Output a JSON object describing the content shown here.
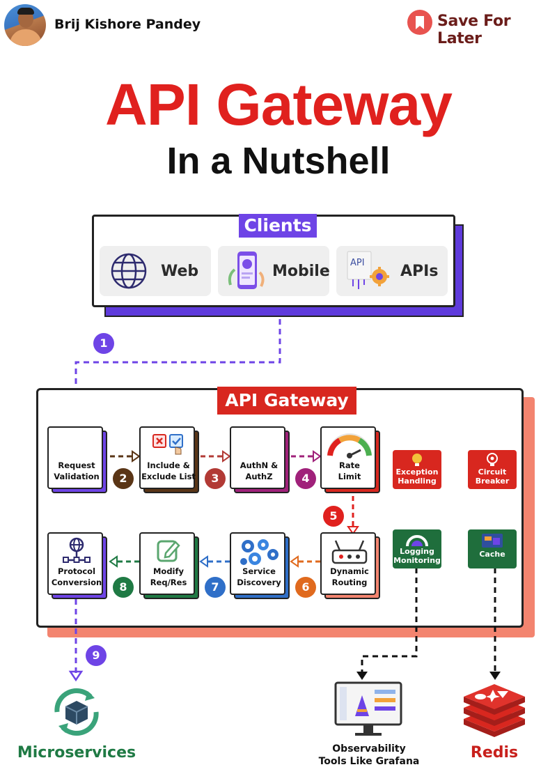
{
  "header": {
    "author": "Brij Kishore Pandey",
    "save_label": "Save For Later"
  },
  "title": "API Gateway",
  "subtitle": "In a Nutshell",
  "clients": {
    "label": "Clients",
    "items": [
      {
        "label": "Web",
        "icon": "globe-icon"
      },
      {
        "label": "Mobile",
        "icon": "phone-icon"
      },
      {
        "label": "APIs",
        "icon": "api-gear-icon"
      }
    ]
  },
  "gateway": {
    "label": "API Gateway",
    "steps": [
      {
        "line1": "Request",
        "line2": "Validation",
        "badge": "1",
        "color": "#6e44e6"
      },
      {
        "line1": "Include &",
        "line2": "Exclude List",
        "badge": "2",
        "color": "#5a3516"
      },
      {
        "line1": "AuthN &",
        "line2": "AuthZ",
        "badge": "3",
        "color": "#b23a35"
      },
      {
        "line1": "Rate",
        "line2": "Limit",
        "badge": "4",
        "color": "#a0217a"
      },
      {
        "line1": "Dynamic",
        "line2": "Routing",
        "badge": "5",
        "color": "#e0211e"
      },
      {
        "line1": "Service",
        "line2": "Discovery",
        "badge": "6",
        "color": "#e06a1e"
      },
      {
        "line1": "Modify",
        "line2": "Req/Res",
        "badge": "7",
        "color": "#2f6fc8"
      },
      {
        "line1": "Protocol",
        "line2": "Conversion",
        "badge": "8",
        "color": "#1f7a44"
      }
    ],
    "final_badge": "9",
    "final_color": "#6e44e6",
    "side": [
      {
        "line1": "Exception",
        "line2": "Handling",
        "color": "#d8271f"
      },
      {
        "line1": "Circuit",
        "line2": "Breaker",
        "color": "#d8271f"
      },
      {
        "line1": "Logging",
        "line2": "Monitoring",
        "color": "#1f6e3c"
      },
      {
        "line1": "Cache",
        "line2": "",
        "color": "#1f6e3c"
      }
    ]
  },
  "destinations": {
    "microservices": "Microservices",
    "observability_1": "Observability",
    "observability_2": "Tools Like Grafana",
    "redis": "Redis"
  },
  "colors": {
    "title": "#e0211e",
    "clients_accent": "#6e44e6",
    "gateway_accent": "#d8271f",
    "microservices_text": "#1f7a44",
    "redis_text": "#c8201c"
  }
}
